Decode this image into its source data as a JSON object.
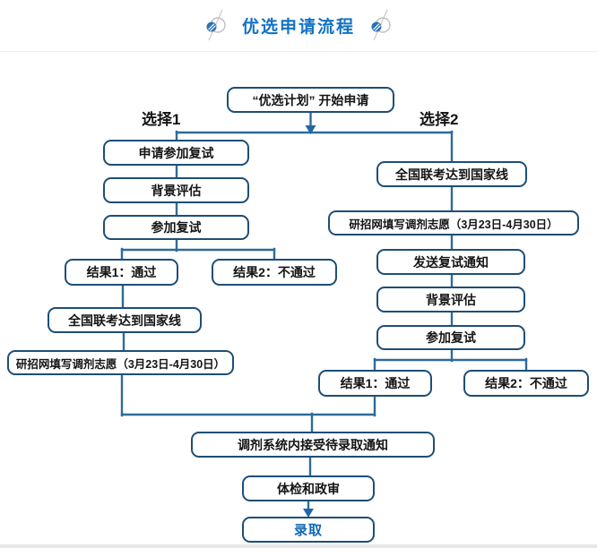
{
  "header": {
    "title": "优选申请流程"
  },
  "flow": {
    "start": "“优选计划” 开始申请",
    "choice1": "选择1",
    "choice2": "选择2",
    "left": {
      "steps": [
        "申请参加复试",
        "背景评估",
        "参加复试"
      ],
      "result_pass": "结果1：通过",
      "result_fail": "结果2：不通过",
      "post_steps": [
        "全国联考达到国家线",
        "研招网填写调剂志愿（3月23日-4月30日）"
      ]
    },
    "right": {
      "steps": [
        "全国联考达到国家线",
        "研招网填写调剂志愿（3月23日-4月30日）",
        "发送复试通知",
        "背景评估",
        "参加复试"
      ],
      "result_pass": "结果1：通过",
      "result_fail": "结果2：不通过"
    },
    "merge": {
      "steps": [
        "调剂系统内接受待录取通知",
        "体检和政审"
      ],
      "final": "录取"
    }
  },
  "colors": {
    "title_blue": "#1372c4",
    "node_border": "#1d4e77",
    "connector": "#2e6b99",
    "arrowhead": "#1f67a8",
    "final_text": "#1268b5"
  }
}
